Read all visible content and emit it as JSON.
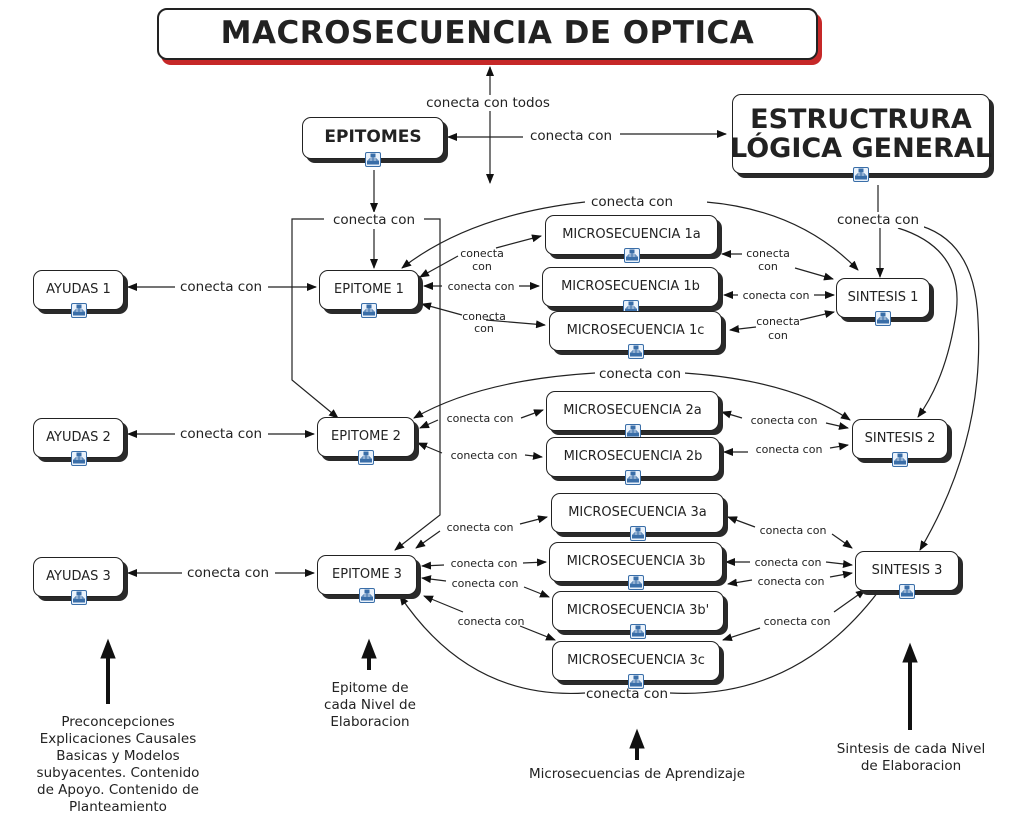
{
  "nodes": {
    "title": "MACROSECUENCIA DE OPTICA",
    "epitomes": "EPITOMES",
    "estructura_line1": "ESTRUCTRURA",
    "estructura_line2": "LÓGICA GENERAL",
    "ayudas1": "AYUDAS 1",
    "ayudas2": "AYUDAS 2",
    "ayudas3": "AYUDAS 3",
    "epitome1": "EPITOME 1",
    "epitome2": "EPITOME 2",
    "epitome3": "EPITOME 3",
    "micro1a": "MICROSECUENCIA 1a",
    "micro1b": "MICROSECUENCIA 1b",
    "micro1c": "MICROSECUENCIA 1c",
    "micro2a": "MICROSECUENCIA 2a",
    "micro2b": "MICROSECUENCIA 2b",
    "micro3a": "MICROSECUENCIA 3a",
    "micro3b": "MICROSECUENCIA 3b",
    "micro3b_prime": "MICROSECUENCIA 3b'",
    "micro3c": "MICROSECUENCIA 3c",
    "sintesis1": "SINTESIS 1",
    "sintesis2": "SINTESIS 2",
    "sintesis3": "SINTESIS 3"
  },
  "link_labels": {
    "conecta_con": "conecta con",
    "conecta_con_todos": "conecta con todos",
    "conecta": "conecta",
    "con": "con"
  },
  "annotations": {
    "ayudas_line1": "Preconcepciones",
    "ayudas_line2": "Explicaciones Causales",
    "ayudas_line3": "Basicas y Modelos",
    "ayudas_line4": "subyacentes. Contenido",
    "ayudas_line5": "de Apoyo. Contenido de",
    "ayudas_line6": "Planteamiento",
    "epitome_line1": "Epitome de",
    "epitome_line2": "cada Nivel de",
    "epitome_line3": "Elaboracion",
    "micro_line1": "Microsecuencias de Aprendizaje",
    "sintesis_line1": "Sintesis de cada Nivel",
    "sintesis_line2": "de Elaboracion"
  },
  "icons": {
    "node_icon": "concept-map-icon",
    "title_shadow_color": "#c62828",
    "icon_color": "#3a6ea8"
  }
}
